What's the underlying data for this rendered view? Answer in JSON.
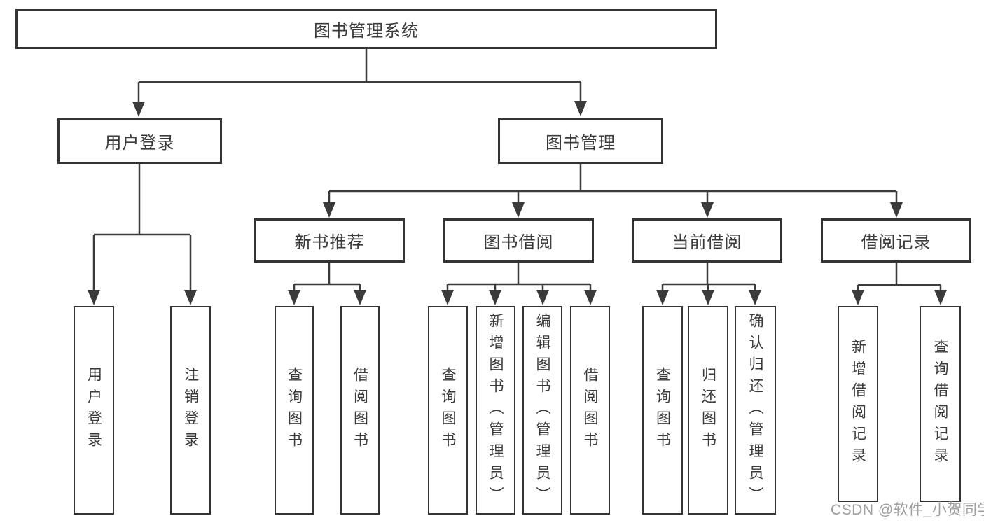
{
  "diagram": {
    "root": {
      "label": "图书管理系统"
    },
    "level2": [
      {
        "label": "用户登录"
      },
      {
        "label": "图书管理"
      }
    ],
    "level3": [
      {
        "label": "新书推荐"
      },
      {
        "label": "图书借阅"
      },
      {
        "label": "当前借阅"
      },
      {
        "label": "借阅记录"
      }
    ],
    "leaves": {
      "user_login": [
        "用户登录",
        "注销登录"
      ],
      "new_books": [
        "查询图书",
        "借阅图书"
      ],
      "book_borrow": [
        "查询图书",
        "新增图书（管理员）",
        "编辑图书（管理员）",
        "借阅图书"
      ],
      "current_borrow": [
        "查询图书",
        "归还图书",
        "确认归还（管理员）"
      ],
      "borrow_records": [
        "新增借阅记录",
        "查询借阅记录"
      ]
    }
  },
  "watermark": {
    "text": "CSDN @软件_小贺同学"
  },
  "colors": {
    "line": "#3b3b3b",
    "text": "#3b3b3b",
    "watermark": "#9e9e9e",
    "background": "#ffffff"
  }
}
